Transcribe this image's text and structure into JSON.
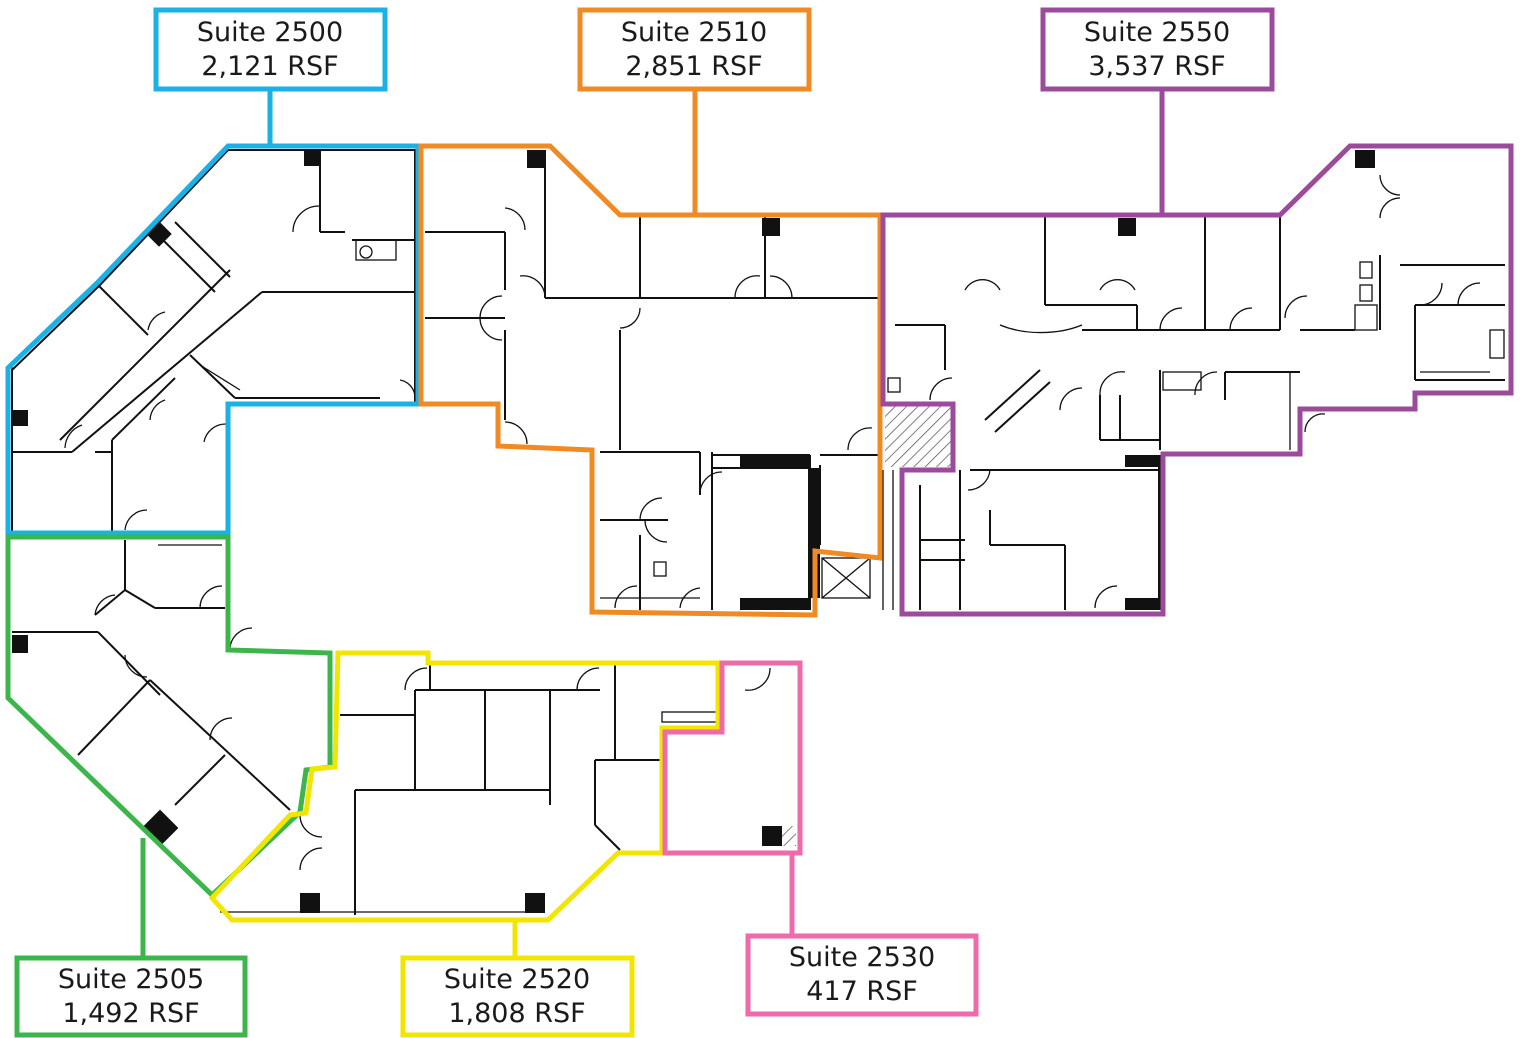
{
  "suites": [
    {
      "name": "Suite 2500",
      "area": "2,121 RSF",
      "color": "#1ab2e6"
    },
    {
      "name": "Suite 2510",
      "area": "2,851 RSF",
      "color": "#f08a24"
    },
    {
      "name": "Suite 2550",
      "area": "3,537 RSF",
      "color": "#9b4a9c"
    },
    {
      "name": "Suite 2505",
      "area": "1,492 RSF",
      "color": "#3cb54a"
    },
    {
      "name": "Suite 2520",
      "area": "1,808 RSF",
      "color": "#f2e600"
    },
    {
      "name": "Suite 2530",
      "area": "417 RSF",
      "color": "#ee6aa8"
    }
  ]
}
